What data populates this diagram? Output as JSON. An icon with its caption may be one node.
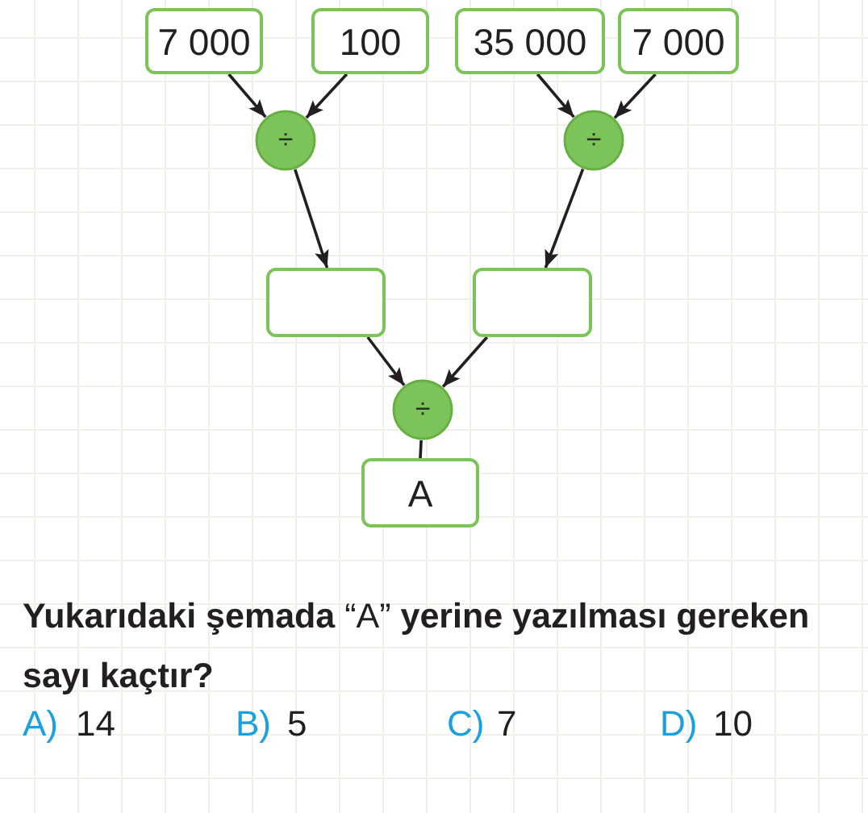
{
  "diagram": {
    "nodes": [
      {
        "text": [
          "7 000"
        ]
      },
      {
        "text": [
          "100"
        ]
      },
      {
        "text": [
          "35 000"
        ]
      },
      {
        "text": [
          "7 000"
        ]
      },
      {
        "text": [
          "÷"
        ]
      },
      {
        "text": [
          "÷"
        ]
      },
      {
        "text": [],
        "shape": "box"
      },
      {
        "text": [],
        "shape": "box"
      },
      {
        "text": [
          "÷"
        ]
      },
      {
        "text": [
          "A"
        ]
      }
    ],
    "edges": [
      {
        "from": 0,
        "to": 4,
        "arrow": "to"
      },
      {
        "from": 1,
        "to": 4,
        "arrow": "to"
      },
      {
        "from": 2,
        "to": 5,
        "arrow": "to"
      },
      {
        "from": 3,
        "to": 5,
        "arrow": "to"
      },
      {
        "from": 4,
        "to": 6,
        "arrow": "to"
      },
      {
        "from": 5,
        "to": 7,
        "arrow": "to"
      },
      {
        "from": 6,
        "to": 8,
        "arrow": "to"
      },
      {
        "from": 7,
        "to": 8,
        "arrow": "to"
      },
      {
        "from": 8,
        "to": 9,
        "arrow": "none"
      }
    ],
    "labels": [
      "**Yukarıdaki şemada** “A” **yerine yazılması gereken sayı kaçtır?**",
      "A)",
      "14",
      "B)",
      "5",
      "C)",
      "7",
      "D)",
      "10"
    ]
  }
}
